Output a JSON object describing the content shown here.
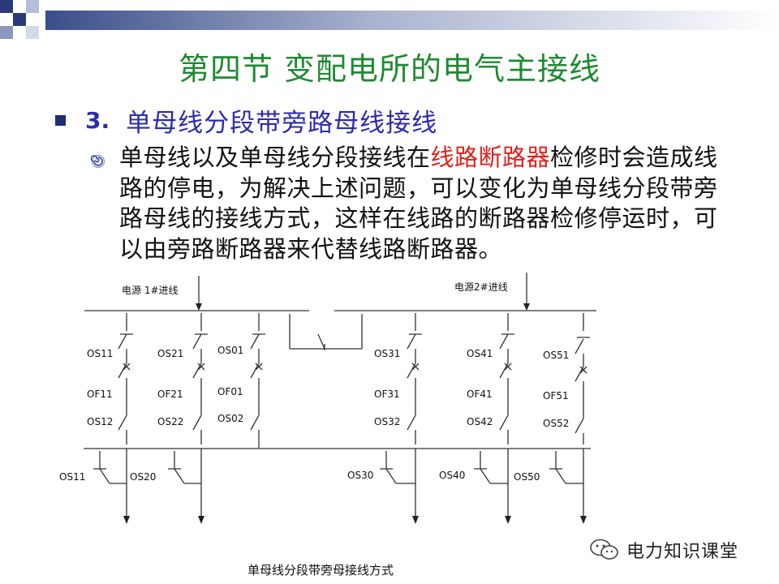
{
  "slide": {
    "title": "第四节 变配电所的电气主接线",
    "bullet_number": "3.",
    "bullet_text": "单母线分段带旁路母线接线",
    "paragraph": {
      "part1": "单母线以及单母线分段接线在",
      "highlight": "线路断路器",
      "part2": "检修时会造成线路的停电，为解决上述问题，可以变化为单母线分段带旁路母线的接线方式，这样在线路的断路器检修停运时，可以由旁路断路器来代替线路断路器。"
    },
    "highlight_color": "#e0201a",
    "title_color": "#1f8a32",
    "bullet_color": "#2b2bb0"
  },
  "diagram": {
    "source1": "电源 1#进线",
    "source2": "电源2#进线",
    "labels": {
      "os11_top": "OS11",
      "os21": "OS21",
      "os01": "OS01",
      "os31": "OS31",
      "os41": "OS41",
      "os51": "OS51",
      "of11": "OF11",
      "of21": "OF21",
      "of01": "OF01",
      "of31": "OF31",
      "of41": "OF41",
      "of51": "OF51",
      "os12": "OS12",
      "os22": "OS22",
      "os02": "OS02",
      "os32": "OS32",
      "os42": "OS42",
      "os52": "OS52",
      "os11_bot": "OS11",
      "os20": "OS20",
      "os30": "OS30",
      "os40": "OS40",
      "os50": "OS50"
    },
    "caption": "单母线分段带旁母接线方式"
  },
  "watermark": {
    "text": "电力知识课堂",
    "icon": "wechat-icon"
  }
}
